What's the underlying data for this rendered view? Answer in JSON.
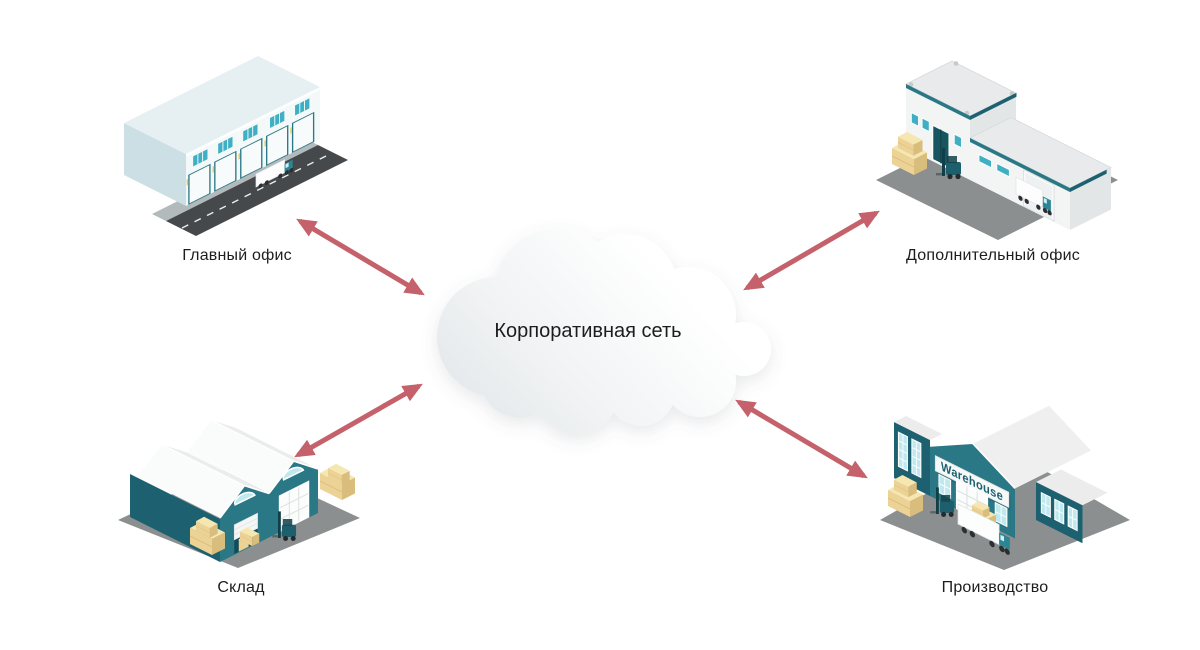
{
  "diagram": {
    "title": "Корпоративная сеть",
    "nodes": [
      {
        "id": "main-office",
        "label": "Главный офис",
        "position": "top-left"
      },
      {
        "id": "branch-office",
        "label": "Дополнительный офис",
        "position": "top-right"
      },
      {
        "id": "warehouse",
        "label": "Склад",
        "position": "bottom-left"
      },
      {
        "id": "production",
        "label": "Производство",
        "position": "bottom-right"
      }
    ],
    "production_sign": "Warehouse",
    "connections": [
      {
        "from": "main-office",
        "to": "cloud",
        "bidirectional": true
      },
      {
        "from": "branch-office",
        "to": "cloud",
        "bidirectional": true
      },
      {
        "from": "warehouse",
        "to": "cloud",
        "bidirectional": true
      },
      {
        "from": "production",
        "to": "cloud",
        "bidirectional": true
      }
    ],
    "colors": {
      "arrow": "#c5616b",
      "teal": "#2a7886",
      "teal_dark": "#1d6170",
      "window_teal": "#3fafc4",
      "window_light": "#bfe9ee",
      "white_building": "#f3f4f4",
      "roof_white": "#f0f1f1",
      "ground_gray": "#8b8f90",
      "road_dark": "#46494b",
      "box_yellow_front": "#ecd295",
      "box_yellow_top": "#f6e6b0",
      "box_yellow_side": "#d9bd7c",
      "truck_teal": "#2c8593",
      "text": "#1d1d1f",
      "background": "#ffffff"
    }
  }
}
